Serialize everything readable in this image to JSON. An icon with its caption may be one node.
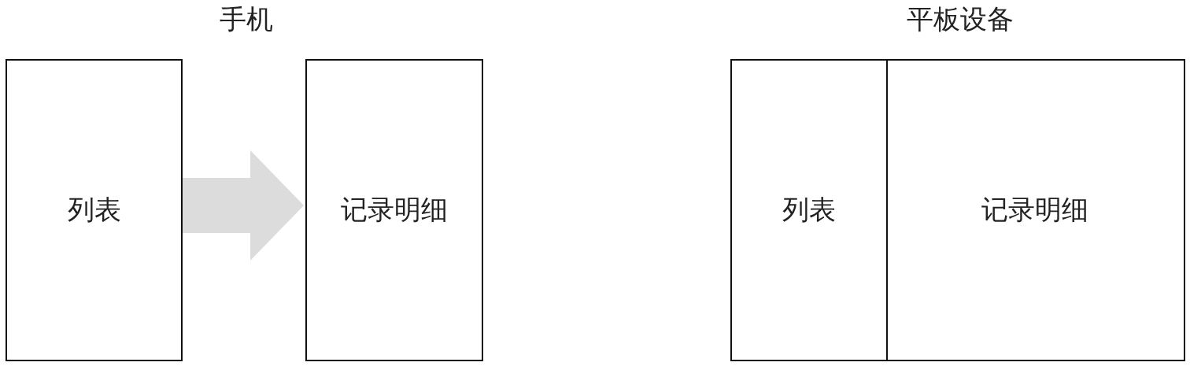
{
  "diagram": {
    "nodes": [
      {
        "text": [
          "列表"
        ]
      },
      {
        "text": [
          "记录明细"
        ]
      },
      {
        "text": [
          "列表"
        ]
      },
      {
        "text": [
          "记录明细"
        ]
      }
    ],
    "edges": [
      {
        "from": 0,
        "to": 1,
        "arrow": "to"
      }
    ],
    "labels": [
      "手机",
      "平板设备"
    ]
  }
}
